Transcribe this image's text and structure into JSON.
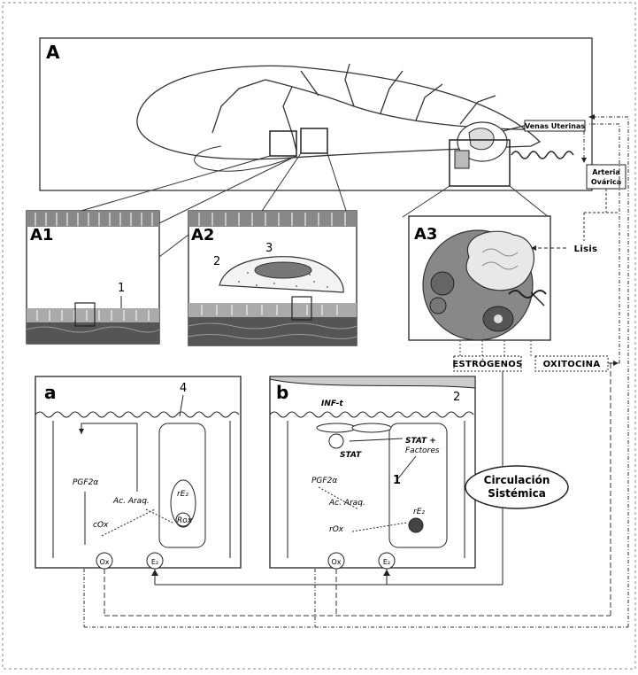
{
  "panels": {
    "A": "A",
    "A1": "A1",
    "A2": "A2",
    "A3": "A3",
    "a": "a",
    "b": "b"
  },
  "numbers": {
    "n1": "1",
    "n2": "2",
    "n3": "3",
    "n4": "4",
    "n2b": "2",
    "n1b": "1"
  },
  "labels": {
    "venas_uterinas": "Venas Uterinas",
    "arteria_line1": "Arteria",
    "arteria_line2": "Ovárica",
    "lisis": "Lisis",
    "estrogenos": "ESTRÓGENOS",
    "oxitocina": "OXITOCINA",
    "circulacion_line1": "Circulación",
    "circulacion_line2": "Sistémica"
  },
  "panel_a": {
    "pgf2a": "PGF2α",
    "ac_araq": "Ac. Araq.",
    "cox": "cOx",
    "re2": "rE₂",
    "rox": "Rox",
    "ox": "Ox",
    "e2": "E₂"
  },
  "panel_b": {
    "inf_t": "INF-t",
    "stat": "STAT",
    "stat_factor_line1": "STAT +",
    "stat_factor_line2": "Factores",
    "pgf2a": "PGF2α",
    "ac_araq": "Ac. Araq.",
    "rox": "rOx",
    "re2": "rE₂",
    "ox": "Ox",
    "e2": "E₂"
  },
  "colors": {
    "line": "#222222",
    "border_dashed": "#777777",
    "ink": "#111111"
  }
}
